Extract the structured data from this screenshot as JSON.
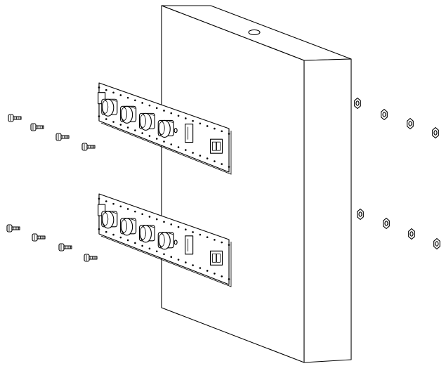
{
  "figure": {
    "kind": "exploded assembly view",
    "line_color": "#000000",
    "fill_color": "#ffffff",
    "panel_shade": "#f2f2f2"
  },
  "parts": {
    "panel": {
      "icon": "mounting-panel"
    },
    "boards": [
      {
        "icon": "terminal-board",
        "capacitors": 4,
        "holes": true
      },
      {
        "icon": "terminal-board",
        "capacitors": 4,
        "holes": true
      }
    ],
    "screws": {
      "icon": "screw-icon",
      "count": 8
    },
    "nuts": {
      "icon": "hex-nut-icon",
      "count": 8
    }
  }
}
